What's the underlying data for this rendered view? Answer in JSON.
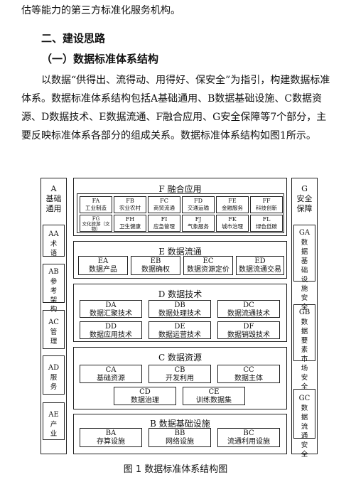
{
  "text": {
    "line0": "估等能力的第三方标准化服务机构。",
    "heading2": "二、建设思路",
    "heading3": "（一）数据标准体系结构",
    "para": "以数据“供得出、流得动、用得好、保安全”为指引，构建数据标准体系。数据标准体系结构包括A基础通用、B数据基础设施、C数据资源、D数据技术、E数据流通、F融合应用、G安全保障等7个部分，主要反映标准体系各部分的组成关系。数据标准体系结构如图1所示。"
  },
  "figure": {
    "A": {
      "code": "A",
      "name": "基础通用",
      "items": [
        {
          "code": "AA",
          "name": "术语"
        },
        {
          "code": "AB",
          "name": "参考架构"
        },
        {
          "code": "AC",
          "name": "管理"
        },
        {
          "code": "AD",
          "name": "服务"
        },
        {
          "code": "AE",
          "name": "产业"
        }
      ]
    },
    "G": {
      "code": "G",
      "name": "安全保障",
      "items": [
        {
          "code": "GA",
          "name": "数据基础设施安全"
        },
        {
          "code": "GB",
          "name": "数据要素市场安全"
        },
        {
          "code": "GC",
          "name": "数据流通安全"
        }
      ]
    },
    "F": {
      "title": "F 融合应用",
      "row1": [
        {
          "code": "FA",
          "name": "工业制造"
        },
        {
          "code": "FB",
          "name": "农业农村"
        },
        {
          "code": "FC",
          "name": "商贸流通"
        },
        {
          "code": "FD",
          "name": "交通运输"
        },
        {
          "code": "FE",
          "name": "金融服务"
        },
        {
          "code": "FF",
          "name": "科技创新"
        }
      ],
      "row2": [
        {
          "code": "FG",
          "name": "文化旅游（文物）"
        },
        {
          "code": "FH",
          "name": "卫生健康"
        },
        {
          "code": "FI",
          "name": "应急管理"
        },
        {
          "code": "FJ",
          "name": "气象服务"
        },
        {
          "code": "FK",
          "name": "城市治理"
        },
        {
          "code": "FL",
          "name": "绿色低碳"
        }
      ]
    },
    "E": {
      "title": "E 数据流通",
      "items": [
        {
          "code": "EA",
          "name": "数据产品"
        },
        {
          "code": "EB",
          "name": "数据确权"
        },
        {
          "code": "EC",
          "name": "数据资源定价"
        },
        {
          "code": "ED",
          "name": "数据流通交易"
        }
      ]
    },
    "D": {
      "title": "D 数据技术",
      "items": [
        {
          "code": "DA",
          "name": "数据汇聚技术"
        },
        {
          "code": "DB",
          "name": "数据处理技术"
        },
        {
          "code": "DC",
          "name": "数据流通技术"
        },
        {
          "code": "DD",
          "name": "数据应用技术"
        },
        {
          "code": "DE",
          "name": "数据运营技术"
        },
        {
          "code": "DF",
          "name": "数据销毁技术"
        }
      ]
    },
    "C": {
      "title": "C 数据资源",
      "items": [
        {
          "code": "CA",
          "name": "基础资源"
        },
        {
          "code": "CB",
          "name": "开发利用"
        },
        {
          "code": "CC",
          "name": "数据主体"
        },
        {
          "code": "CD",
          "name": "数据治理"
        },
        {
          "code": "CE",
          "name": "训练数据集"
        }
      ]
    },
    "B": {
      "title": "B 数据基础设施",
      "items": [
        {
          "code": "BA",
          "name": "存算设施"
        },
        {
          "code": "BB",
          "name": "网络设施"
        },
        {
          "code": "BC",
          "name": "流通利用设施"
        }
      ]
    },
    "caption": "图 1  数据标准体系结构图"
  }
}
